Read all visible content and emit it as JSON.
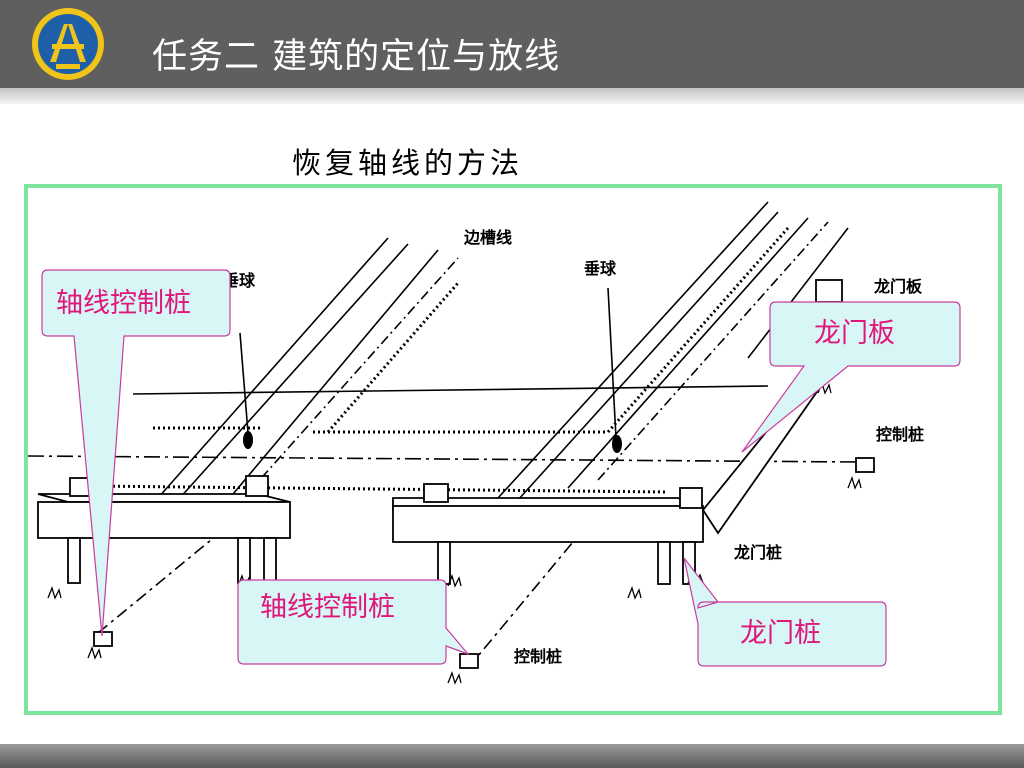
{
  "header": {
    "title": "任务二  建筑的定位与放线"
  },
  "slide": {
    "subtitle": "恢复轴线的方法"
  },
  "diagram": {
    "labels": {
      "trench_line": "边槽线",
      "plumb_left": "垂球",
      "plumb_right": "垂球",
      "batter_board": "龙门板",
      "control_pile_right": "控制桩",
      "batter_pile": "龙门桩",
      "control_pile_bottom": "控制桩"
    },
    "callouts": {
      "axis_pile_left": "轴线控制桩",
      "batter_board": "龙门板",
      "axis_pile_bottom": "轴线控制桩",
      "batter_pile": "龙门桩"
    }
  },
  "colors": {
    "header_bg": "#5f5f5f",
    "frame_border": "#7ee59c",
    "callout_fill": "#d9f6f7",
    "callout_text": "#e0177a",
    "callout_border": "#c93b9d"
  }
}
